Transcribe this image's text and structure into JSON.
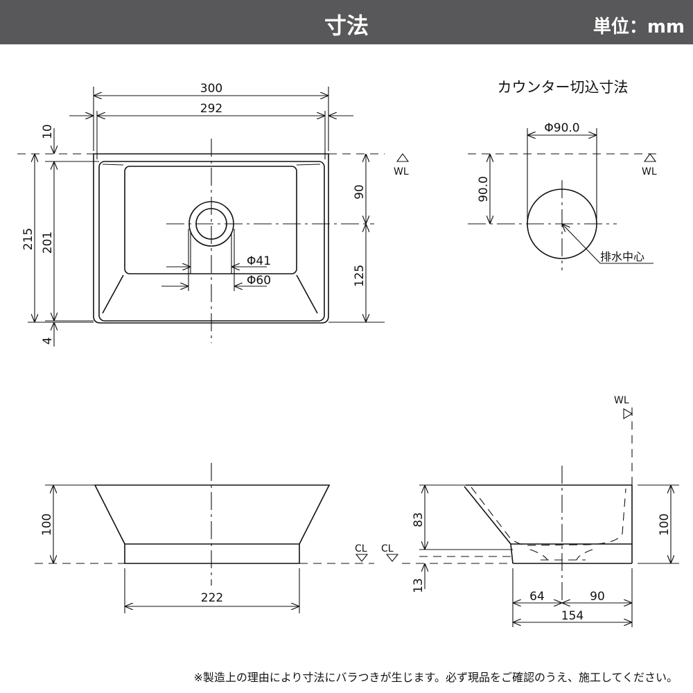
{
  "header": {
    "title": "寸法",
    "unit": "単位：mm"
  },
  "top_view": {
    "width_outer": "300",
    "width_inner": "292",
    "rim_top": "10",
    "depth_outer": "215",
    "depth_inner": "201",
    "rim_bottom": "4",
    "drain_to_back": "90",
    "drain_to_front": "125",
    "drain_inner": "Φ41",
    "drain_outer": "Φ60",
    "water_level": "WL"
  },
  "cutout": {
    "title": "カウンター切込寸法",
    "diameter": "Φ90.0",
    "offset": "90.0",
    "water_level": "WL",
    "drain_center": "排水中心"
  },
  "front_view": {
    "height": "100",
    "base_width": "222",
    "counter_line": "CL"
  },
  "side_view": {
    "water_level": "WL",
    "counter_line": "CL",
    "upper_height": "83",
    "lower_height": "13",
    "height": "100",
    "front_to_drain": "64",
    "drain_to_back": "90",
    "base_depth": "154"
  },
  "note": "※製造上の理由により寸法にバラつきが生じます。必ず現品をご確認のうえ、施工してください。"
}
